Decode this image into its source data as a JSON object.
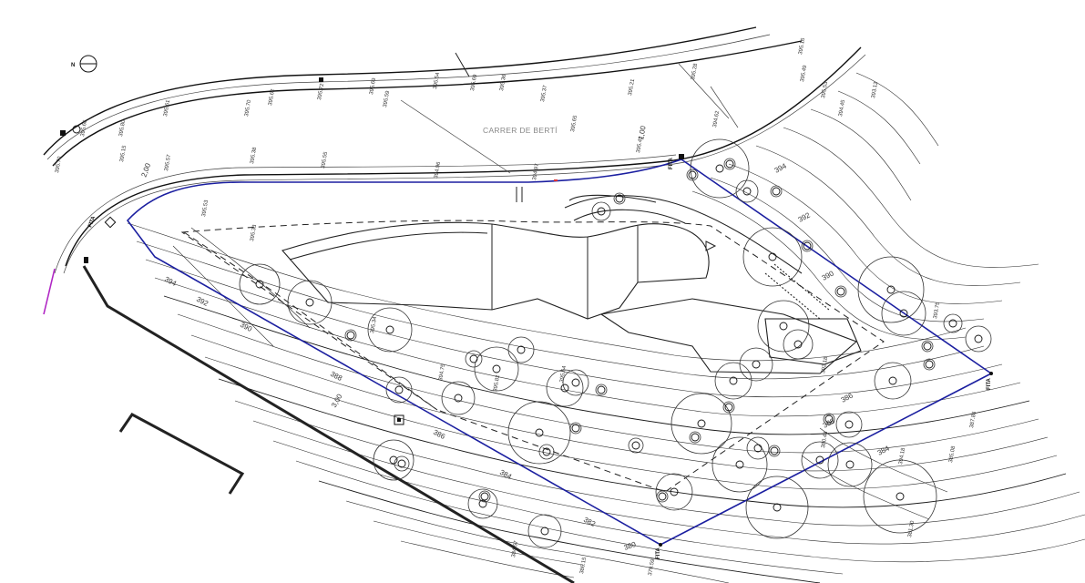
{
  "street": {
    "name": "CARRER DE BERTÍ"
  },
  "north_arrow": {
    "label": "N"
  },
  "contour_labels": [
    "394",
    "392",
    "390",
    "388",
    "386",
    "384",
    "382",
    "380",
    "394",
    "392",
    "390",
    "388",
    "386",
    "384"
  ],
  "slope_labels": [
    "3,00",
    "2,00",
    "1,00"
  ],
  "survey_points": [
    "395.70",
    "395.66",
    "395.80",
    "395.61",
    "395.70",
    "395.62",
    "395.72",
    "395.69",
    "395.59",
    "395.54",
    "395.69",
    "395.36",
    "395.37",
    "395.65",
    "395.21",
    "395.28",
    "395.16",
    "395.49",
    "395.53",
    "395.15",
    "395.57",
    "395.38",
    "395.55",
    "394.96",
    "394.97",
    "395.42",
    "394.62",
    "394.45",
    "393.12",
    "395.53",
    "395.33",
    "395.34",
    "394.75",
    "395.82",
    "395.64",
    "394.18",
    "393.75",
    "387.86",
    "386.15",
    "384.57",
    "381.30",
    "380.48",
    "392.18",
    "385.08",
    "379.59"
  ],
  "corner_marks": [
    "FITA",
    "FITA",
    "FITA",
    "FITA"
  ]
}
